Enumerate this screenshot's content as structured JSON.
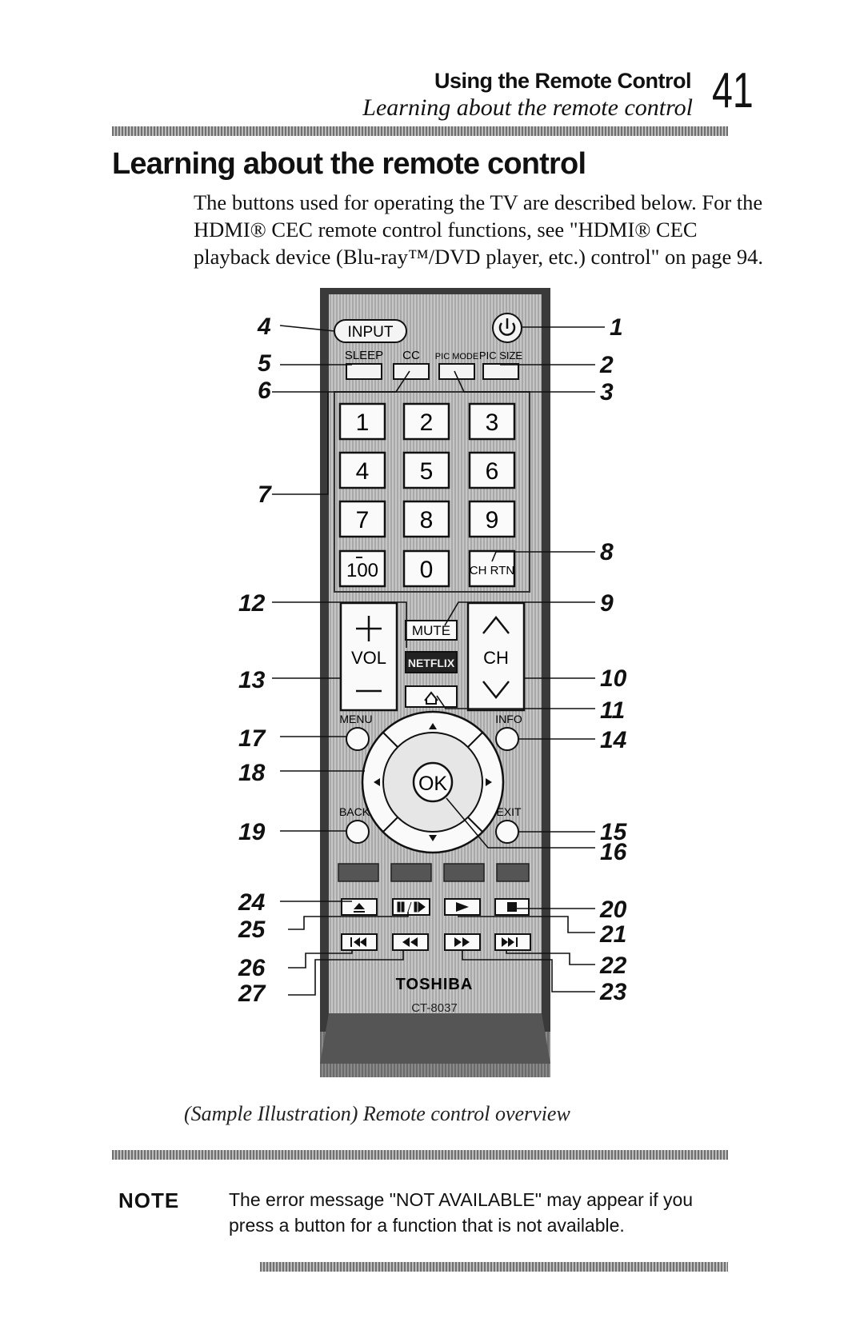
{
  "header": {
    "title": "Using the Remote Control",
    "subtitle": "Learning about the remote control",
    "page_number": "41"
  },
  "section": {
    "title": "Learning about the remote control",
    "intro": "The buttons used for operating the TV are described below. For the HDMI® CEC remote control functions, see \"HDMI® CEC playback device (Blu-ray™/DVD player, etc.) control\" on page 94."
  },
  "remote": {
    "buttons": {
      "input": "INPUT",
      "sleep": "SLEEP",
      "cc": "CC",
      "pic_mode": "PIC MODE",
      "pic_size": "PIC SIZE",
      "digits": [
        "1",
        "2",
        "3",
        "4",
        "5",
        "6",
        "7",
        "8",
        "9"
      ],
      "hundred": "100",
      "zero": "0",
      "ch_rtn": "CH RTN",
      "mute": "MUTE",
      "vol": "VOL",
      "ch": "CH",
      "netflix": "NETFLIX",
      "menu": "MENU",
      "info": "INFO",
      "ok": "OK",
      "back": "BACK",
      "exit": "EXIT",
      "brand": "TOSHIBA",
      "model": "CT-8037"
    },
    "callouts": {
      "left": [
        "4",
        "5",
        "6",
        "7",
        "12",
        "13",
        "17",
        "18",
        "19",
        "24",
        "25",
        "26",
        "27"
      ],
      "right": [
        "1",
        "2",
        "3",
        "8",
        "9",
        "10",
        "11",
        "14",
        "15",
        "16",
        "20",
        "21",
        "22",
        "23"
      ]
    }
  },
  "caption": "(Sample Illustration) Remote control overview",
  "note": {
    "label": "NOTE",
    "text": "The error message \"NOT AVAILABLE\" may appear if you press a button for a function that is not available."
  }
}
